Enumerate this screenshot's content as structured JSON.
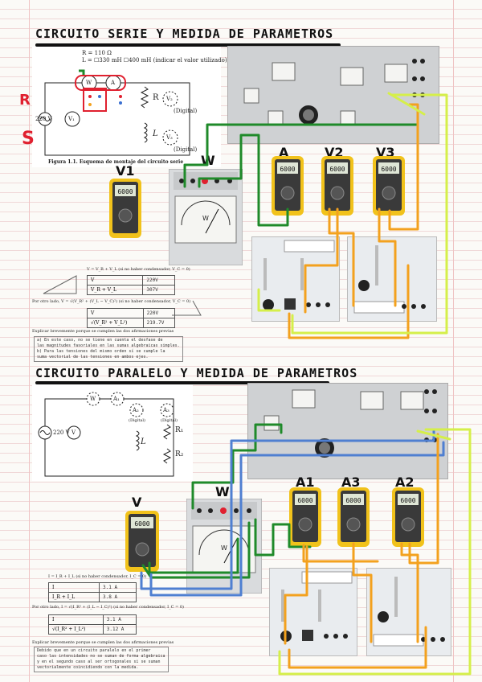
{
  "series_section": {
    "title": "CIRCUITO SERIE Y MEDIDA DE PARAMETROS",
    "params": {
      "r_line": "R =      110 Ω",
      "l_line": "L =   ☐330 mH  ☐400 mH   (indicar el valor utilizado)"
    },
    "schematic": {
      "source_label": "220 V",
      "v1": "V₁",
      "w": "W",
      "a": "A",
      "r": "R",
      "l": "L",
      "v2": "V₂",
      "v3": "V₃",
      "digital1": "(Digital)",
      "digital2": "(Digital)",
      "caption": "Figura 1.1. Esquema de montaje del circuito serie"
    },
    "rs_label": {
      "r": "R",
      "s": "S"
    },
    "meter_labels": {
      "v1": "V1",
      "w": "W",
      "a": "A",
      "v2": "V2",
      "v3": "V3"
    },
    "equations": {
      "eq1": "V = V_R + V_L (si no haber condensador, V_C = 0)",
      "eq2": "Por otro lado, V = √(V_R² + (V_L − V_C)²) (si no haber condensador, V_C = 0)"
    },
    "table1": [
      [
        "V",
        "220V"
      ],
      [
        "V_R + V_L",
        "307V"
      ]
    ],
    "table2": [
      [
        "V",
        "220V"
      ],
      [
        "√(V_R² + V_L²)",
        "219.7V"
      ]
    ],
    "explain": "Explicar brevemente porque se cumplen las dos afirmaciones previas",
    "notes": "a) En este caso, no se tiene en cuenta el desfase de\nlas magnitudes fasoriales en las sumas algebraicas simples.\nb) Para las tensiones del mismo orden sí se cumple la\nsuma vectorial de las tensiones en ambos ejes."
  },
  "parallel_section": {
    "title": "CIRCUITO PARALELO Y MEDIDA DE PARAMETROS",
    "schematic": {
      "source_label": "220 V",
      "v": "V",
      "w": "W",
      "a1": "A₁",
      "a2": "A₂",
      "a3": "A₃",
      "digital1": "(Digital)",
      "digital2": "(Digital)",
      "l": "L",
      "r1": "R₁",
      "r2": "R₂"
    },
    "meter_labels": {
      "v": "V",
      "w": "W",
      "a1": "A1",
      "a3": "A3",
      "a2": "A2"
    },
    "equations": {
      "eq1": "I = I_R + I_L (si no haber condensador, I_C = 0)",
      "eq2": "Por otro lado, I = √(I_R² + (I_L − I_C)²) (si no haber condensador, I_C = 0)"
    },
    "table1": [
      [
        "I",
        "3.1 A"
      ],
      [
        "I_R + I_L",
        "3.8 A"
      ]
    ],
    "table2": [
      [
        "I",
        "3.1 A"
      ],
      [
        "√(I_R² + I_L²)",
        "3.12 A"
      ]
    ],
    "explain": "Explicar brevemente porque se cumplen las dos afirmaciones previas",
    "notes": "Debido que en un circuito paralelo en el primer\ncaso las intensidades no se suman de forma algebraica\ny en el segundo caso al ser ortogonales si se suman\nvectorialmente coincidiendo con la medida."
  },
  "meter_display": "6000",
  "colors": {
    "green": "#1f8a2a",
    "orange": "#f3a11e",
    "lime": "#d5ef4a",
    "blue": "#4f7fd1",
    "red": "#e0202f",
    "meter_yellow": "#f1c21b"
  }
}
